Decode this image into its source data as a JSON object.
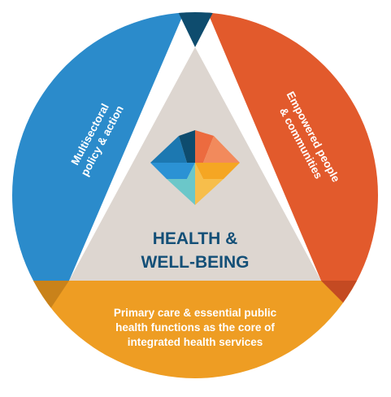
{
  "diagram": {
    "center": {
      "title_line1": "HEALTH &",
      "title_line2": "WELL-BEING"
    },
    "segments": [
      {
        "id": "multisectoral",
        "color": "#2B8BCB",
        "label_lines": [
          "Multisectoral",
          "policy & action"
        ]
      },
      {
        "id": "empowered",
        "color": "#E25A2C",
        "label_lines": [
          "Empowered people",
          "& communities"
        ]
      },
      {
        "id": "primary-care",
        "color": "#EE9D23",
        "label_lines": [
          "Primary care & essential public",
          "health functions as the core of",
          "integrated health services"
        ]
      }
    ],
    "colors": {
      "center_triangle": "#DDD6D0",
      "title_text": "#134F77",
      "top_wedge": "#0E4C6E",
      "left_wedge": "#C9821A",
      "right_wedge": "#C44A22"
    },
    "heart_colors": [
      "#1C78B1",
      "#0E4C6E",
      "#EC6B3F",
      "#F28A5C",
      "#2B92D4",
      "#6BC7C9",
      "#F5A623",
      "#F7BE4B"
    ]
  }
}
